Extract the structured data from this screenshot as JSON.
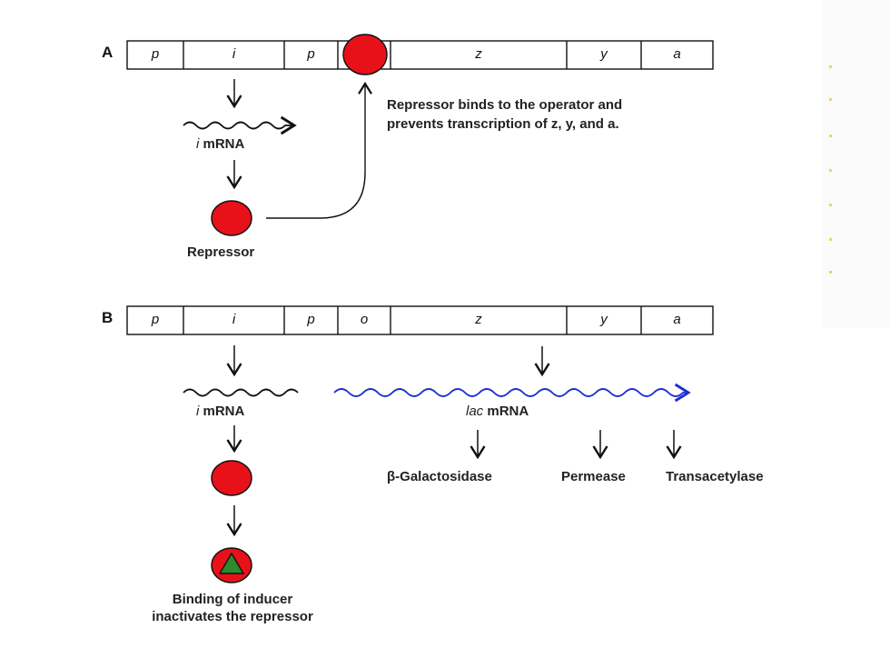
{
  "panel_a": {
    "letter": "A",
    "segments": [
      "p",
      "i",
      "p",
      "",
      "z",
      "y",
      "a"
    ],
    "mrna_gene": "i",
    "mrna_suffix": " mRNA",
    "protein_label": "Repressor",
    "caption_line1": "Repressor binds to the operator and",
    "caption_line2": "prevents transcription of z, y, and a."
  },
  "panel_b": {
    "letter": "B",
    "segments": [
      "p",
      "i",
      "p",
      "o",
      "z",
      "y",
      "a"
    ],
    "i_mrna_gene": "i",
    "i_mrna_suffix": " mRNA",
    "lac_mrna_gene": "lac",
    "lac_mrna_suffix": " mRNA",
    "proteins": [
      "β-Galactosidase",
      "Permease",
      "Transacetylase"
    ],
    "caption_line1": "Binding of inducer",
    "caption_line2": "inactivates the repressor"
  },
  "colors": {
    "repressor": "#e8111a",
    "lac_mrna": "#1a2fd0",
    "inducer": "#2f8a2f",
    "line": "#111111"
  }
}
